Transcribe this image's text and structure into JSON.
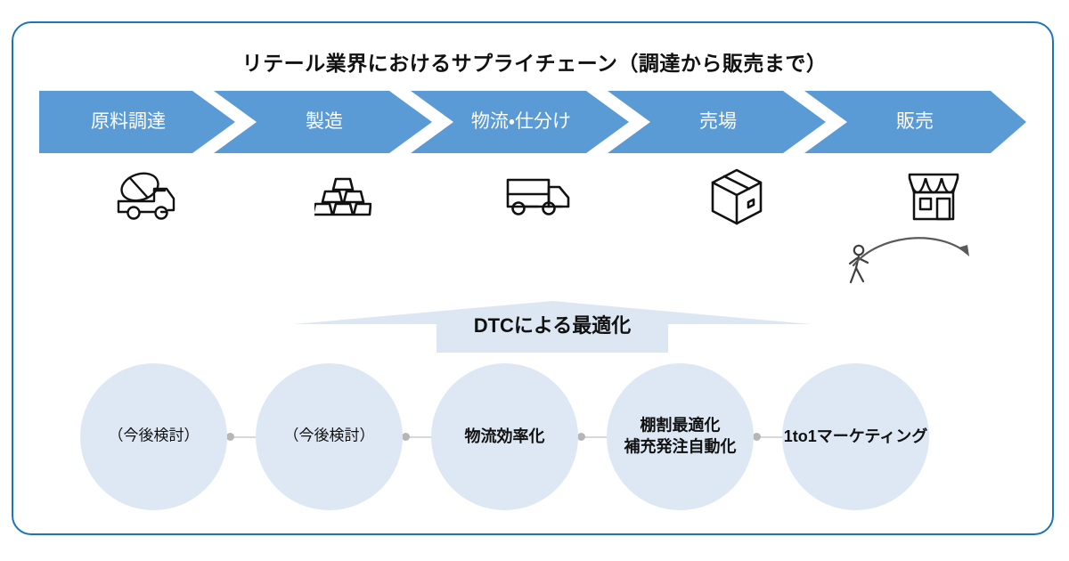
{
  "frame": {
    "border_color": "#1b75bb"
  },
  "title": "リテール業界におけるサプライチェーン（調達から販売まで）",
  "palette": {
    "band_blue": "#5b9bd5",
    "circle_blue": "#dde8f4",
    "banner_blue": "#dce7f3",
    "connector_gray": "#d8d8d8",
    "dot_gray": "#b6b6b6",
    "frame_blue": "#1b75bb",
    "text_dark": "#111111",
    "band_text": "#ffffff"
  },
  "chain": {
    "stages": [
      {
        "label": "原料調達",
        "icon": "cement-mixer-truck-icon"
      },
      {
        "label": "製造",
        "icon": "ingot-stack-icon"
      },
      {
        "label": "物流・仕分け",
        "icon": "delivery-truck-icon"
      },
      {
        "label": "売場",
        "icon": "package-box-icon"
      },
      {
        "label": "販売",
        "icon": "storefront-icon"
      }
    ]
  },
  "shopper": {
    "person_icon": "walking-person-icon",
    "arrow_icon": "curved-arrow-icon"
  },
  "banner": {
    "label": "DTCによる最適化",
    "shape": "upward-arrow-banner"
  },
  "optimization": {
    "nodes": [
      {
        "lines": [
          "（今後検討）"
        ],
        "emphasis": "regular"
      },
      {
        "lines": [
          "（今後検討）"
        ],
        "emphasis": "regular"
      },
      {
        "lines": [
          "物流効率化"
        ],
        "emphasis": "bold"
      },
      {
        "lines": [
          "棚割最適化",
          "補充発注自動化"
        ],
        "emphasis": "bold"
      },
      {
        "lines": [
          "1to1マーケティング"
        ],
        "emphasis": "bold"
      }
    ]
  }
}
